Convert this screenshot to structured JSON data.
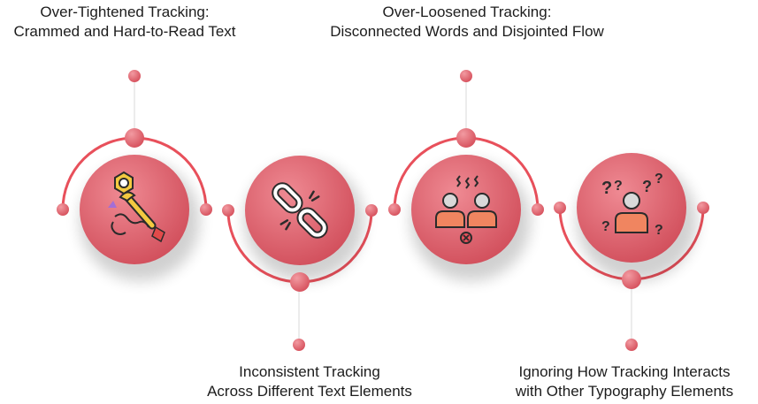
{
  "steps": [
    {
      "title": "Over-Tightened Tracking:",
      "subtitle": "Crammed and Hard-to-Read Text",
      "icon": "wrench-tightening-icon"
    },
    {
      "title": "Over-Loosened Tracking:",
      "subtitle": "Disconnected Words and Disjointed Flow",
      "icon": "broken-chain-icon"
    },
    {
      "title": "Inconsistent Tracking",
      "subtitle": "Across Different Text Elements",
      "icon": "conflict-people-icon"
    },
    {
      "title": "Ignoring How Tracking Interacts",
      "subtitle": "with Other Typography Elements",
      "icon": "confused-person-icon"
    }
  ],
  "colors": {
    "accent": "#e8505b",
    "accent_light": "#f08a92",
    "circle_top": "#e77c86",
    "circle_bottom": "#c9505c",
    "icon_dark": "#2b2b2b",
    "person_fill": "#f08560"
  }
}
